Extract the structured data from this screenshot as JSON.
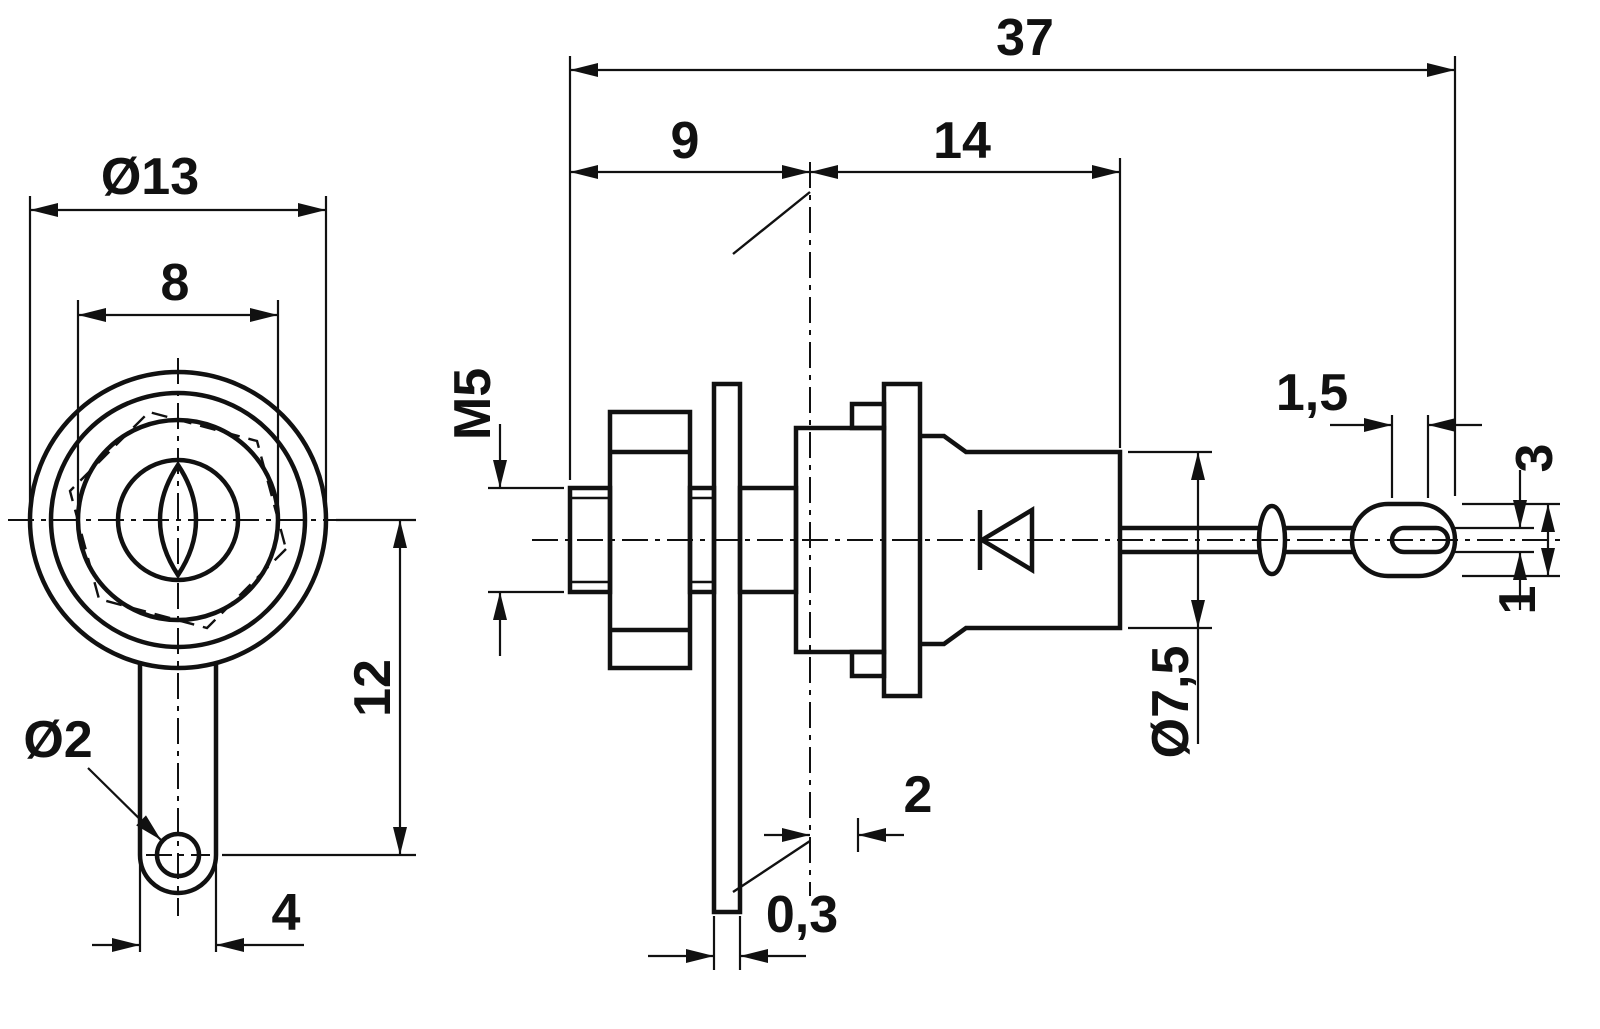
{
  "drawing": {
    "background": "#ffffff",
    "line_color": "#111111",
    "front_view": {
      "dim_outer_diameter": "Ø13",
      "dim_boss_width": "8",
      "dim_hole_diameter": "Ø2",
      "dim_tab_center_length": "12",
      "dim_tab_width": "4"
    },
    "side_view": {
      "dim_overall_length": "37",
      "dim_front_length": "9",
      "dim_body_length": "14",
      "dim_thread": "M5",
      "dim_eyelet_hole_offset": "1,5",
      "dim_eyelet_width": "3",
      "dim_eyelet_slot_height": "1",
      "dim_body_diameter": "Ø7,5",
      "dim_panel_offset": "2",
      "dim_lug_thickness": "0,3"
    }
  }
}
